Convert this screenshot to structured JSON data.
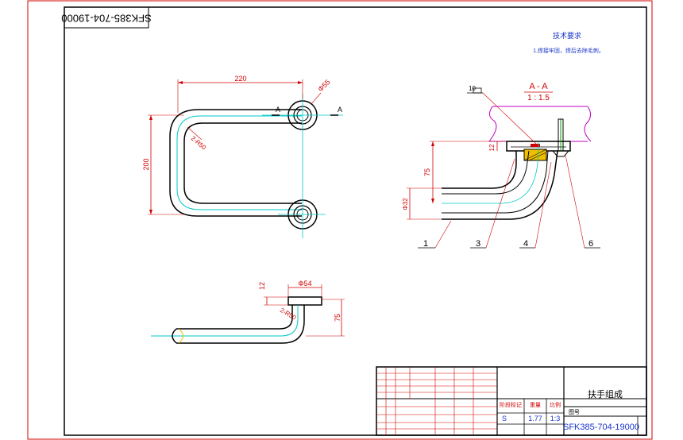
{
  "drawing": {
    "number_rotated": "SFK385-704-19000",
    "tech_title": "技术要求",
    "tech_note": "1.焊接牢固，焊后去除毛刺。"
  },
  "front_view": {
    "dim_width": "220",
    "dim_height": "200",
    "dim_hole": "Φ55",
    "dim_bend": "2-R50",
    "section_mark_left": "A",
    "section_mark_right": "A"
  },
  "side_view": {
    "dim_plate": "Φ54",
    "dim_thk": "12",
    "dim_depth": "75",
    "dim_bend": "2-R50"
  },
  "section_view": {
    "title": "A - A",
    "scale": "1 : 1.5",
    "dim_top": "12",
    "dim_depth": "75",
    "dim_tube": "Φ32",
    "callout_weld": "10",
    "callouts": [
      "1",
      "3",
      "4",
      "6"
    ]
  },
  "title_block": {
    "name": "扶手组成",
    "code": "SFK385-704-19000",
    "stage": "S",
    "weight": "1.77",
    "scale": "1:3",
    "label_code": "图号",
    "label_stage": "阶段标记",
    "label_weight": "重量",
    "label_scale": "比例"
  },
  "colors": {
    "frame": "#000000",
    "red": "#d10000",
    "cyan": "#00c8c8",
    "blue": "#1a35c8",
    "magenta": "#c000c0",
    "green": "#00a000"
  }
}
